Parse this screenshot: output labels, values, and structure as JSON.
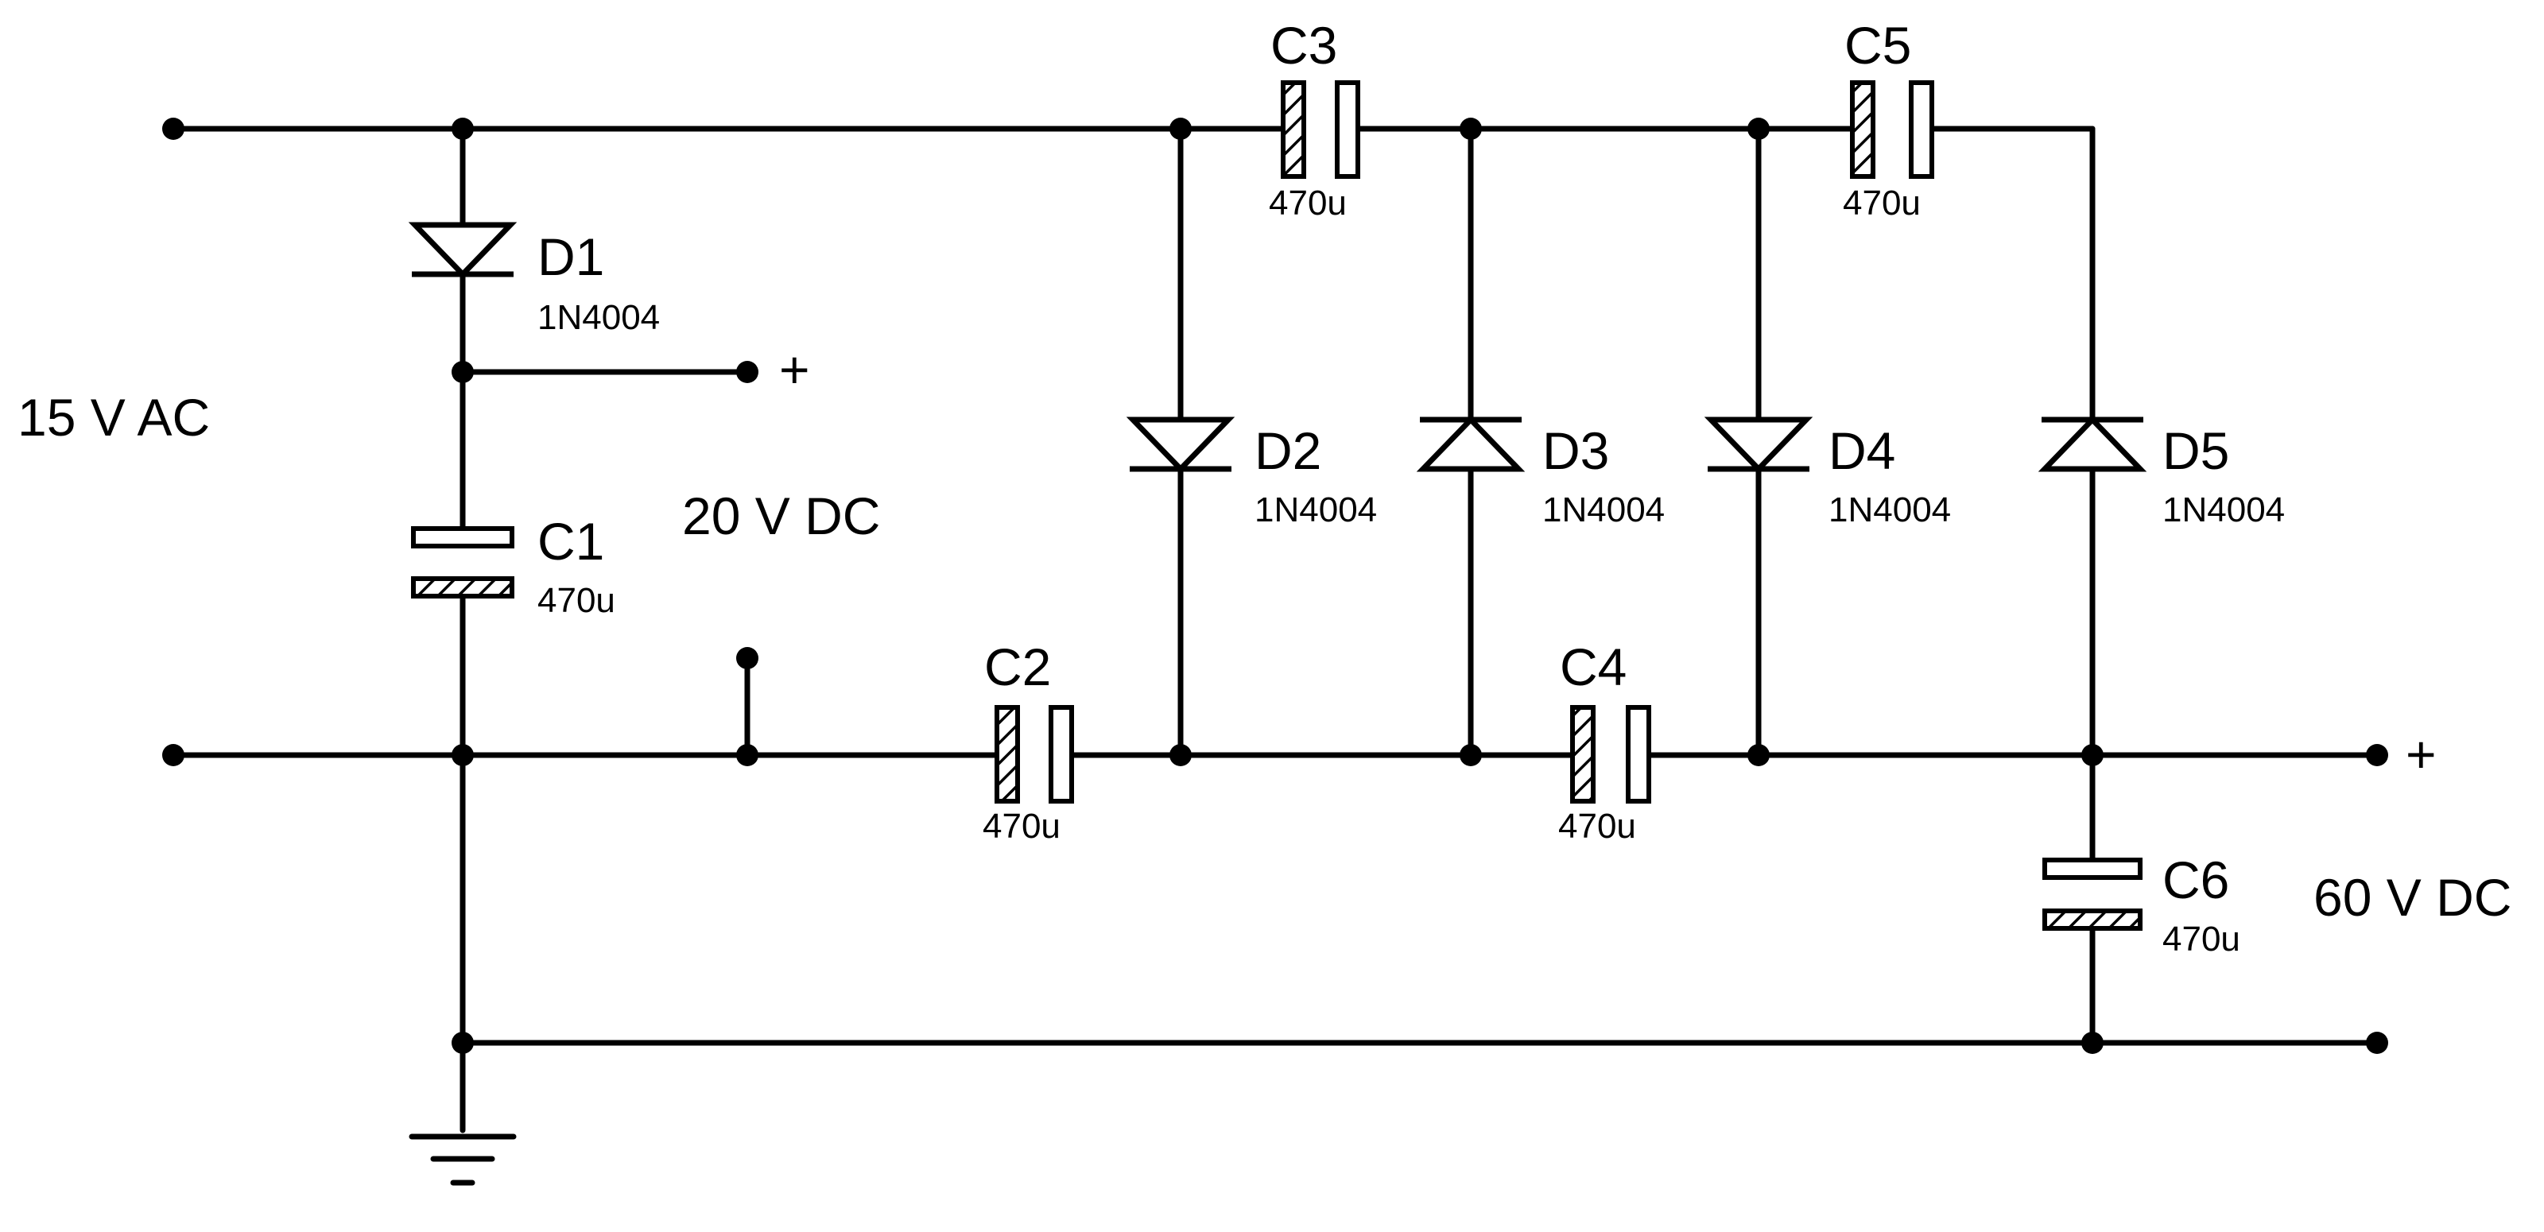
{
  "labels": {
    "input": "15 V AC",
    "output_low": "20 V DC",
    "output_high": "60 V DC",
    "plus": "+"
  },
  "components": {
    "D1": {
      "ref": "D1",
      "value": "1N4004"
    },
    "D2": {
      "ref": "D2",
      "value": "1N4004"
    },
    "D3": {
      "ref": "D3",
      "value": "1N4004"
    },
    "D4": {
      "ref": "D4",
      "value": "1N4004"
    },
    "D5": {
      "ref": "D5",
      "value": "1N4004"
    },
    "C1": {
      "ref": "C1",
      "value": "470u"
    },
    "C2": {
      "ref": "C2",
      "value": "470u"
    },
    "C3": {
      "ref": "C3",
      "value": "470u"
    },
    "C4": {
      "ref": "C4",
      "value": "470u"
    },
    "C5": {
      "ref": "C5",
      "value": "470u"
    },
    "C6": {
      "ref": "C6",
      "value": "470u"
    }
  },
  "colors": {
    "ink": "#000000",
    "paper": "#ffffff"
  }
}
